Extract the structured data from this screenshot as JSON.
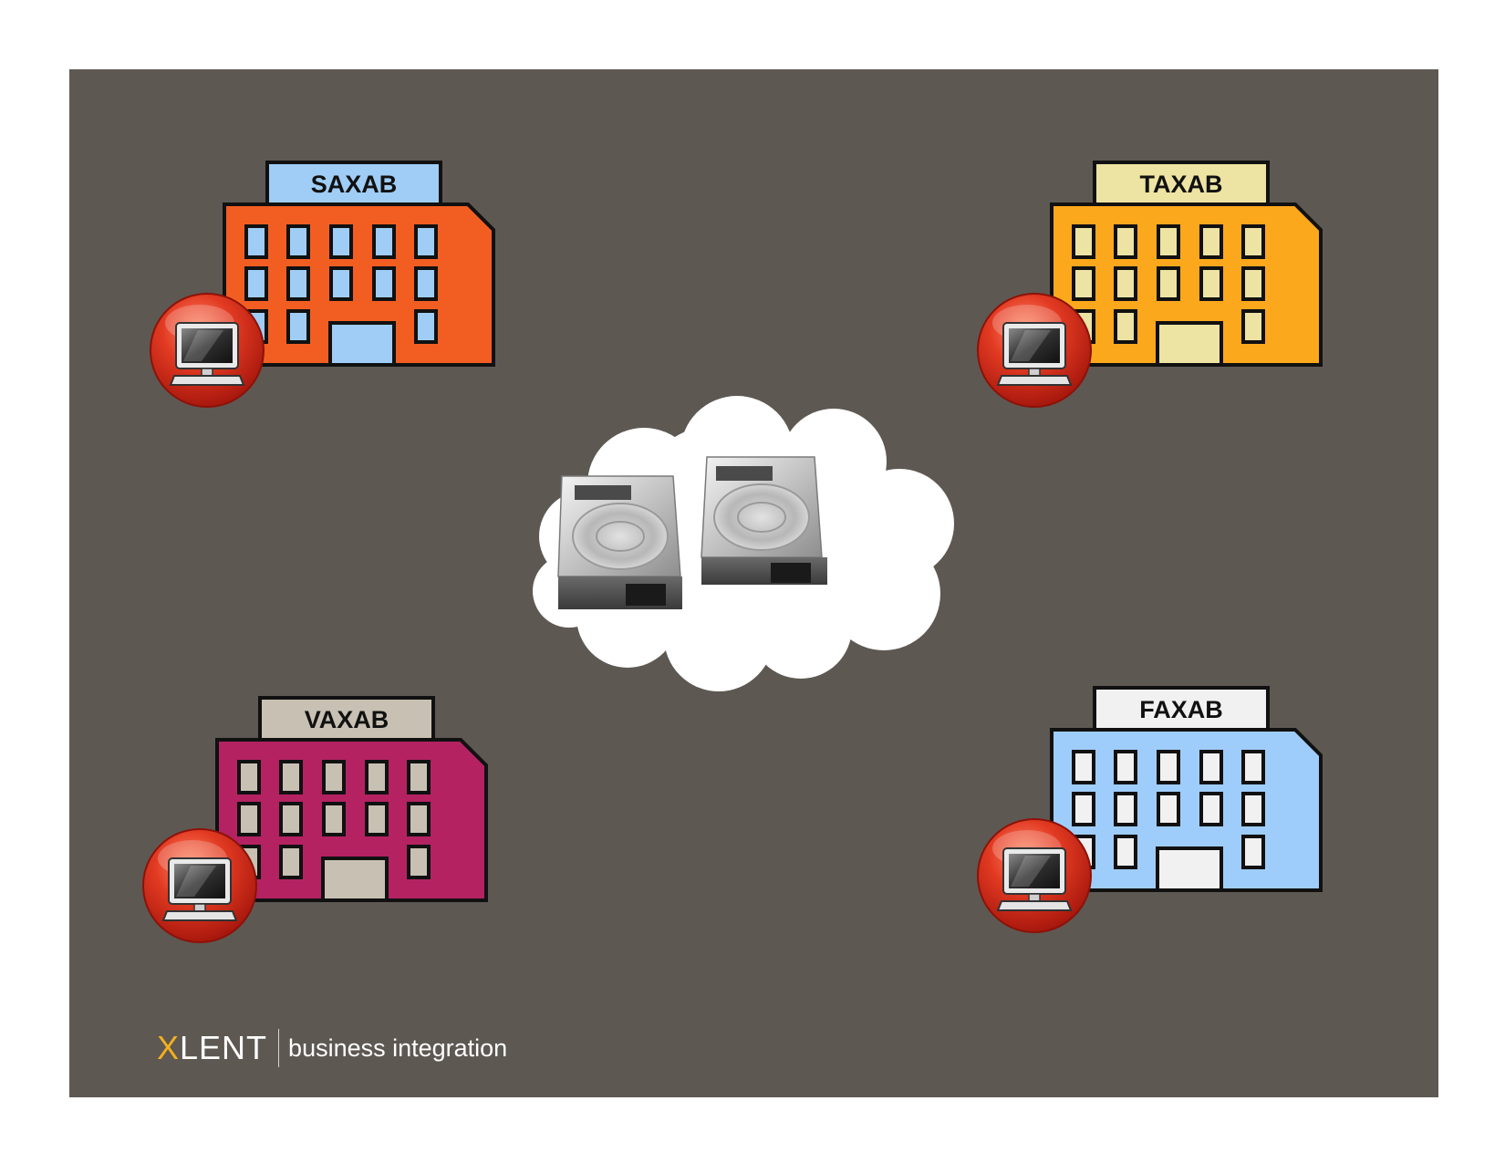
{
  "buildings": [
    {
      "label": "SAXAB",
      "color": "#f25e22",
      "accent": "#9fcdf5"
    },
    {
      "label": "TAXAB",
      "color": "#fca81c",
      "accent": "#ede3a3"
    },
    {
      "label": "VAXAB",
      "color": "#b42262",
      "accent": "#c8c1b3"
    },
    {
      "label": "FAXAB",
      "color": "#9fcdfb",
      "accent": "#f1f1f1"
    }
  ],
  "icons": {
    "client": "desktop-computer-icon",
    "storage": "hard-drive-icon",
    "network": "cloud-icon"
  },
  "logo": {
    "mark_first": "X",
    "mark_rest": "LENT",
    "tagline": "business integration",
    "accent_color": "#f2b01e"
  },
  "background_color": "#5e5853"
}
